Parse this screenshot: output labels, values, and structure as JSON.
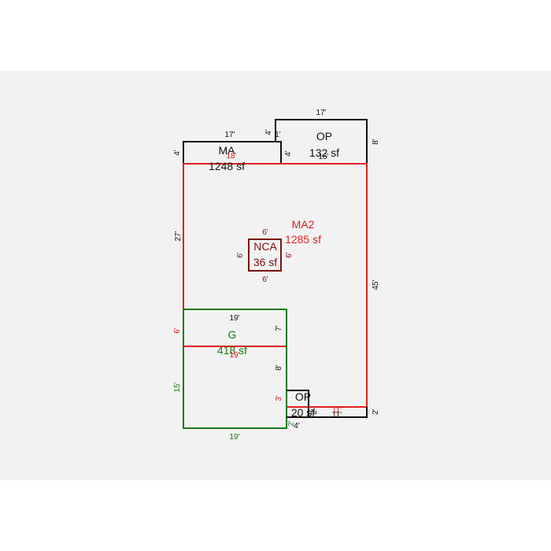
{
  "colors": {
    "background": "#f2f2f2",
    "black": "#111111",
    "red": "#e02020",
    "green": "#1e7a1e",
    "darkred": "#7a1010"
  },
  "areas": {
    "ma": {
      "name": "MA",
      "area": "1248 sf"
    },
    "ma2": {
      "name": "MA2",
      "area": "1285 sf"
    },
    "op_top": {
      "name": "OP",
      "area": "132 sf"
    },
    "op_small": {
      "name": "OP",
      "area": "20 sf"
    },
    "nca": {
      "name": "NCA",
      "area": "36 sf"
    },
    "garage": {
      "name": "G",
      "area": "418 sf"
    }
  },
  "dimensions": {
    "ma_top": "17'",
    "ma_left": "4'",
    "ma_right_upper": "4'",
    "ma_right_lower": "4'",
    "ma_step": "1'",
    "ma_bottom": "18'",
    "op_top": "17'",
    "op_right": "8'",
    "op_bottom": "16'",
    "ma2_left": "27'",
    "ma2_right": "45'",
    "nca_top": "6'",
    "nca_bottom": "6'",
    "nca_left": "6'",
    "nca_right": "6'",
    "g_top": "19'",
    "g_side_upper": "7'",
    "g_inner": "19'",
    "g_side_lower": "8'",
    "g_left_red": "6'",
    "g_left_green": "15'",
    "g_bottom": "19'",
    "g_step_red": "3'",
    "g_step_green": "2'",
    "op_small_right": "2'",
    "op_small_bottom": "4'",
    "op_small_mid": "2'",
    "ma2_bottom_a": "11'",
    "ma2_bottom_b": "11'",
    "right_bottom": "2'"
  }
}
